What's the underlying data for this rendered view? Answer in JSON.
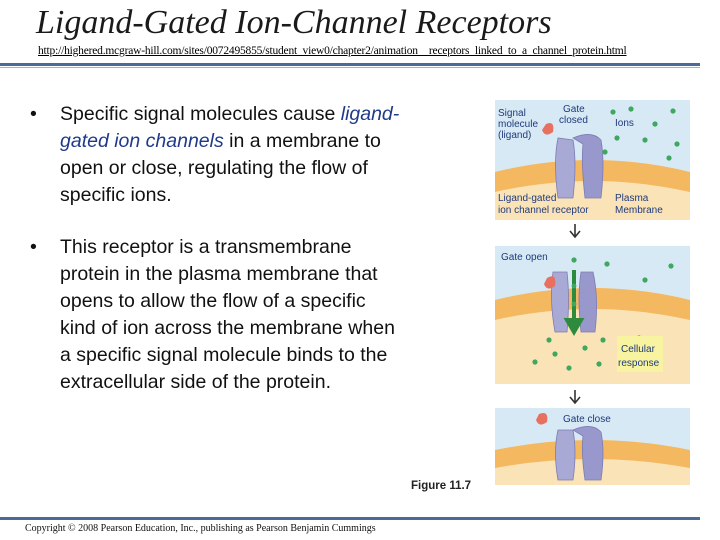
{
  "slide": {
    "title": "Ligand-Gated Ion-Channel Receptors",
    "url": "http://highered.mcgraw-hill.com/sites/0072495855/student_view0/chapter2/animation__receptors_linked_to_a_channel_protein.html",
    "bullets": [
      {
        "marker": "•",
        "before": "Specific signal molecules cause ",
        "highlight": "ligand-gated ion channels",
        "after": " in a membrane to open or close, regulating the flow of specific ions."
      },
      {
        "marker": "•",
        "before": "This receptor is a transmembrane protein in the plasma membrane that opens to allow the flow of a specific kind of ion across the membrane when a specific signal molecule binds to the extracellular side of the protein.",
        "highlight": "",
        "after": ""
      }
    ],
    "copyright": "Copyright © 2008 Pearson Education, Inc., publishing as Pearson Benjamin Cummings"
  },
  "figure": {
    "label": "Figure 11.7",
    "panel1": {
      "signal_molecule": [
        "Signal",
        "molecule",
        "(ligand)"
      ],
      "gate_closed": [
        "Gate",
        "closed"
      ],
      "ions": "Ions",
      "receptor": [
        "Ligand-gated",
        "ion channel receptor"
      ],
      "membrane": [
        "Plasma",
        "Membrane"
      ]
    },
    "panel2": {
      "gate_open": "Gate open",
      "response": [
        "Cellular",
        "response"
      ]
    },
    "panel3": {
      "gate_close": "Gate close"
    },
    "colors": {
      "extracellular": "#d6e9f5",
      "membrane": "#f4b860",
      "cytoplasm": "#fbe3b8",
      "protein": "#a9a9d6",
      "ion": "#3fa860",
      "ligand": "#e87060",
      "arrow": "#2e8b3e",
      "response_box": "#f7f3a0",
      "text": "#1f3a7a"
    }
  }
}
